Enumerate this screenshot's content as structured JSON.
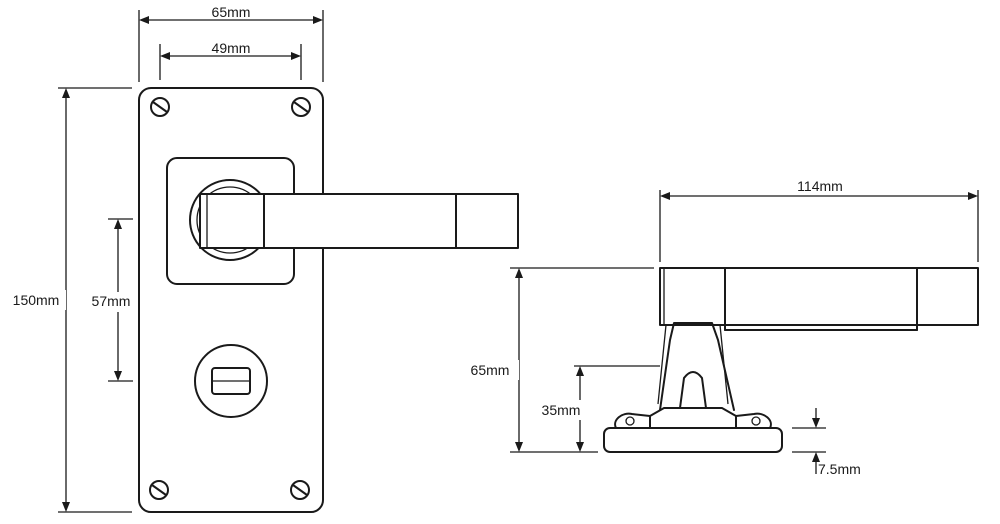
{
  "dimensions": {
    "plate_width": "65mm",
    "screw_spacing": "49mm",
    "plate_height": "150mm",
    "lever_to_turn": "57mm",
    "lever_length": "114mm",
    "projection": "65mm",
    "rose_height": "35mm",
    "rose_thickness": "7.5mm"
  },
  "colors": {
    "line": "#1a1a1a",
    "background": "#ffffff"
  }
}
